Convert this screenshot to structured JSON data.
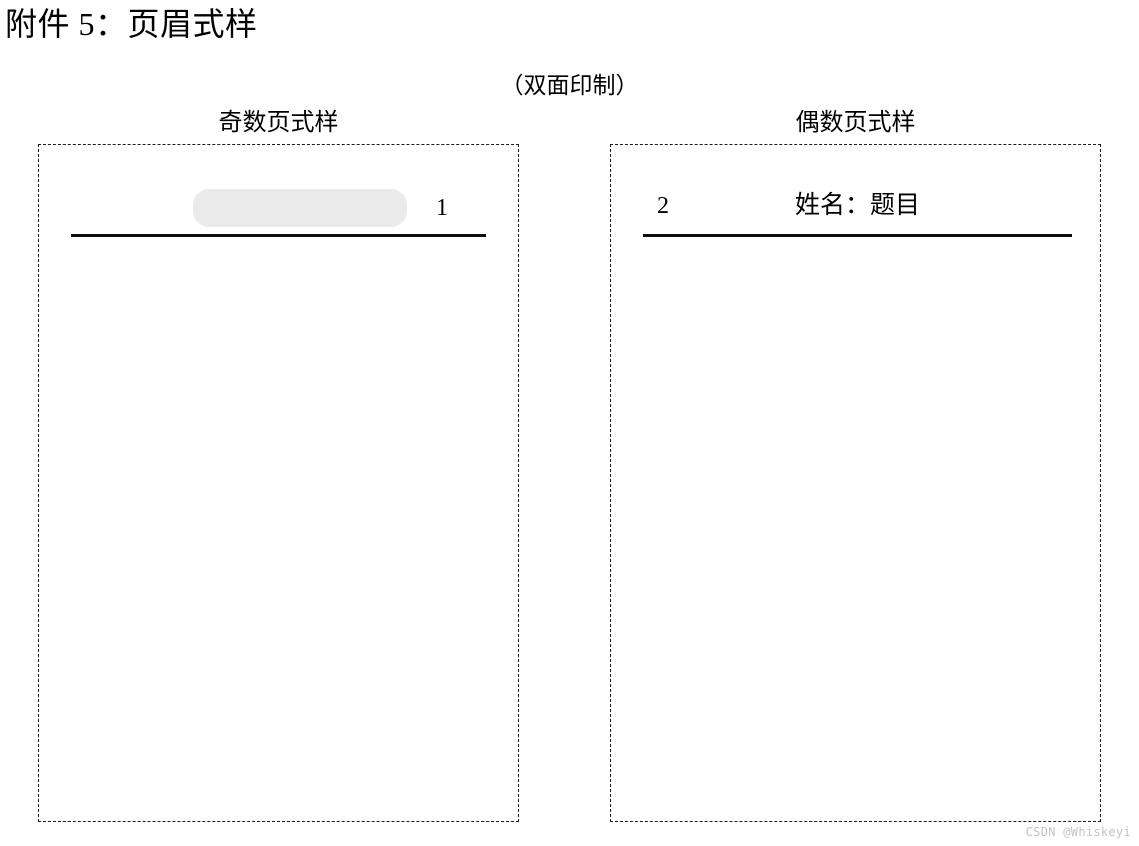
{
  "document": {
    "title": "附件 5：页眉式样",
    "print_note": "（双面印制）"
  },
  "samples": [
    {
      "id": "odd",
      "caption": "奇数页式样",
      "header": {
        "page_number": "1",
        "running_title": "",
        "redacted": true,
        "rule_color": "#0d0d0d",
        "redaction_color": "#eaeaea"
      }
    },
    {
      "id": "even",
      "caption": "偶数页式样",
      "header": {
        "page_number": "2",
        "running_title": "姓名：题目",
        "redacted": false,
        "rule_color": "#0d0d0d"
      }
    }
  ],
  "watermark": {
    "text": "CSDN @Whiskeyi",
    "color": "#c3c3c9"
  }
}
